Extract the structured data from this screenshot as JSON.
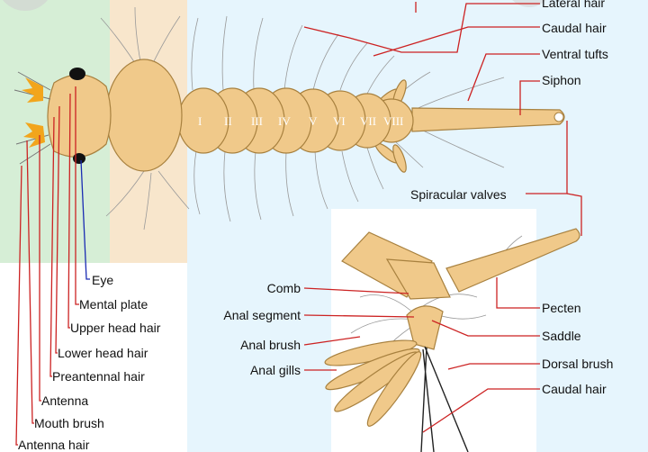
{
  "colors": {
    "background": "#ffffff",
    "green_panel": "#d6eed6",
    "tan_panel": "#f8e6cc",
    "blue_panel": "#e6f5fd",
    "body_fill": "#f0c98a",
    "body_outline": "#a8813f",
    "leader_red": "#cc2222",
    "leader_blue": "#1a2bb3",
    "mouth_brush_orange": "#f2a51c"
  },
  "segments": [
    "I",
    "II",
    "III",
    "IV",
    "V",
    "VI",
    "VII",
    "VIII"
  ],
  "labels_top_right": {
    "lateral_hair": "Lateral hair",
    "caudal_hair": "Caudal hair",
    "ventral_tufts": "Ventral tufts",
    "siphon": "Siphon",
    "spiracular_valves": "Spiracular valves"
  },
  "labels_head": {
    "eye": "Eye",
    "mental_plate": "Mental plate",
    "upper_head_hair": "Upper head hair",
    "lower_head_hair": "Lower head hair",
    "preantennal_hair": "Preantennal hair",
    "antenna": "Antenna",
    "mouth_brush": "Mouth brush",
    "antenna_hair": "Antenna hair"
  },
  "labels_detail_left": {
    "comb": "Comb",
    "anal_segment": "Anal segment",
    "anal_brush": "Anal brush",
    "anal_gills": "Anal gills"
  },
  "labels_detail_right": {
    "pecten": "Pecten",
    "saddle": "Saddle",
    "dorsal_brush": "Dorsal brush",
    "caudal_hair": "Caudal hair"
  }
}
